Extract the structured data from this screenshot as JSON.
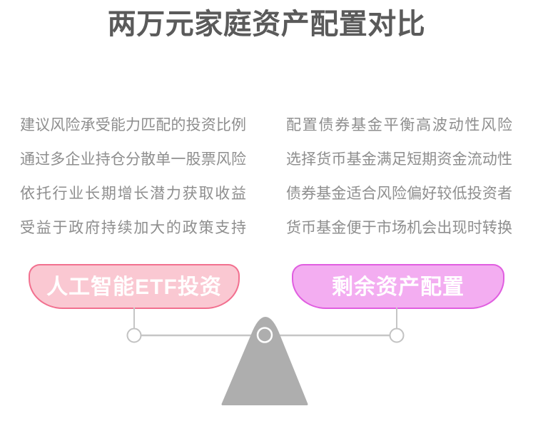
{
  "title": "两万元家庭资产配置对比",
  "columns": {
    "left": {
      "lines": [
        "建议风险承受能力匹配的投资比例",
        "通过多企业持仓分散单一股票风险",
        "依托行业长期增长潜力获取收益",
        "受益于政府持续加大的政策支持"
      ]
    },
    "right": {
      "lines": [
        "配置债券基金平衡高波动性风险",
        "选择货币基金满足短期资金流动性",
        "债券基金适合风险偏好较低投资者",
        "货币基金便于市场机会出现时转换"
      ]
    }
  },
  "scale": {
    "left_pan": {
      "label": "人工智能ETF投资",
      "fill_color": "#FAC8D2",
      "border_color": "#F2708F"
    },
    "right_pan": {
      "label": "剩余资产配置",
      "fill_color": "#F3ADF1",
      "border_color": "#E05EE0"
    },
    "beam_color": "#C6C6C6",
    "fulcrum_color": "#AEAEAE"
  },
  "colors": {
    "background": "#FFFFFF",
    "title_text": "#5A5A5A",
    "body_text": "#8E8E8E",
    "pan_label_text": "#FFFFFF"
  }
}
